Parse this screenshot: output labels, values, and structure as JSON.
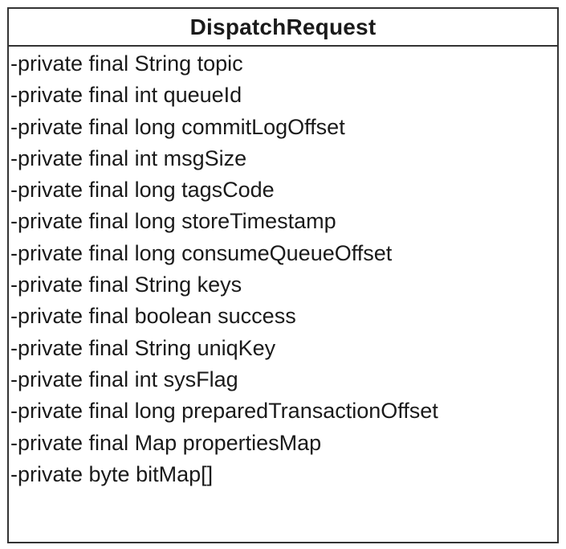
{
  "class_box": {
    "name": "DispatchRequest",
    "attributes": [
      "-private final String topic",
      "-private final int queueId",
      "-private final long commitLogOffset",
      "-private final int msgSize",
      "-private final long tagsCode",
      "-private final long storeTimestamp",
      "-private final long consumeQueueOffset",
      "-private final String keys",
      "-private final boolean success",
      "-private final String uniqKey",
      "-private final int sysFlag",
      "-private final long preparedTransactionOffset",
      "-private final Map propertiesMap",
      "-private byte bitMap[]"
    ]
  }
}
